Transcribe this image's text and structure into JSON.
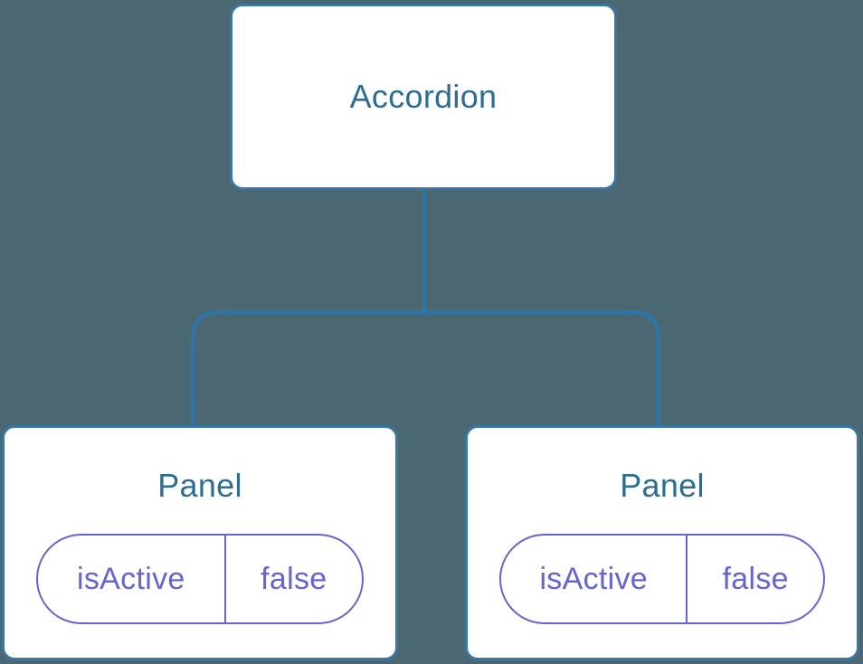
{
  "theme": {
    "canvas_bg": "#4b6771",
    "connector_blue": "#2e74a6",
    "box_border_blue": "#3b77a3",
    "box_bg": "#ffffff",
    "component_text_blue": "#2d6d92",
    "state_purple": "#6664d0"
  },
  "diagram": {
    "type": "component-tree",
    "root": {
      "label": "Accordion"
    },
    "children": [
      {
        "label": "Panel",
        "state": {
          "name": "isActive",
          "value": "false"
        }
      },
      {
        "label": "Panel",
        "state": {
          "name": "isActive",
          "value": "false"
        }
      }
    ]
  }
}
